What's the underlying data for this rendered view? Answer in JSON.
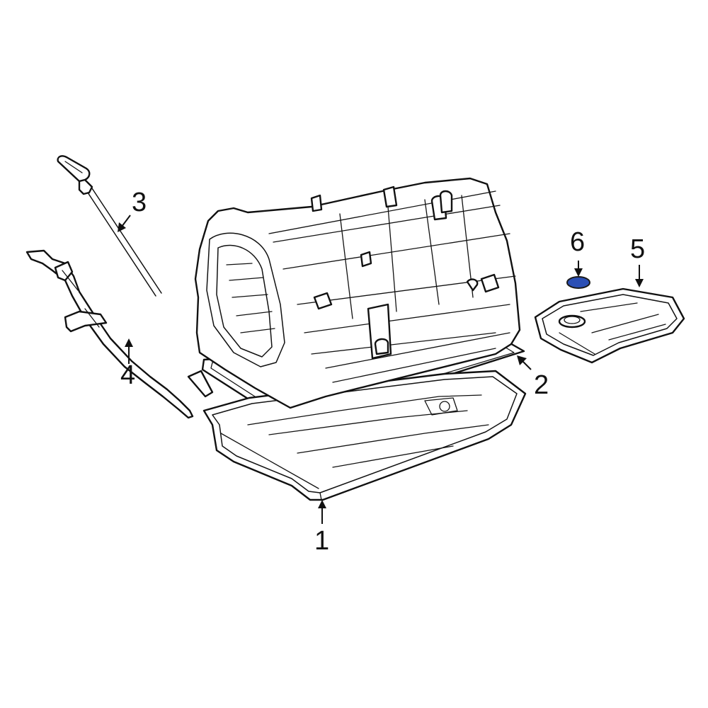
{
  "diagram": {
    "callouts": [
      {
        "id": "1",
        "label": "1"
      },
      {
        "id": "2",
        "label": "2"
      },
      {
        "id": "3",
        "label": "3"
      },
      {
        "id": "4",
        "label": "4"
      },
      {
        "id": "5",
        "label": "5"
      },
      {
        "id": "6",
        "label": "6"
      }
    ],
    "highlight_color": "#2b4fb5",
    "line_color": "#111111",
    "background_color": "#ffffff"
  }
}
